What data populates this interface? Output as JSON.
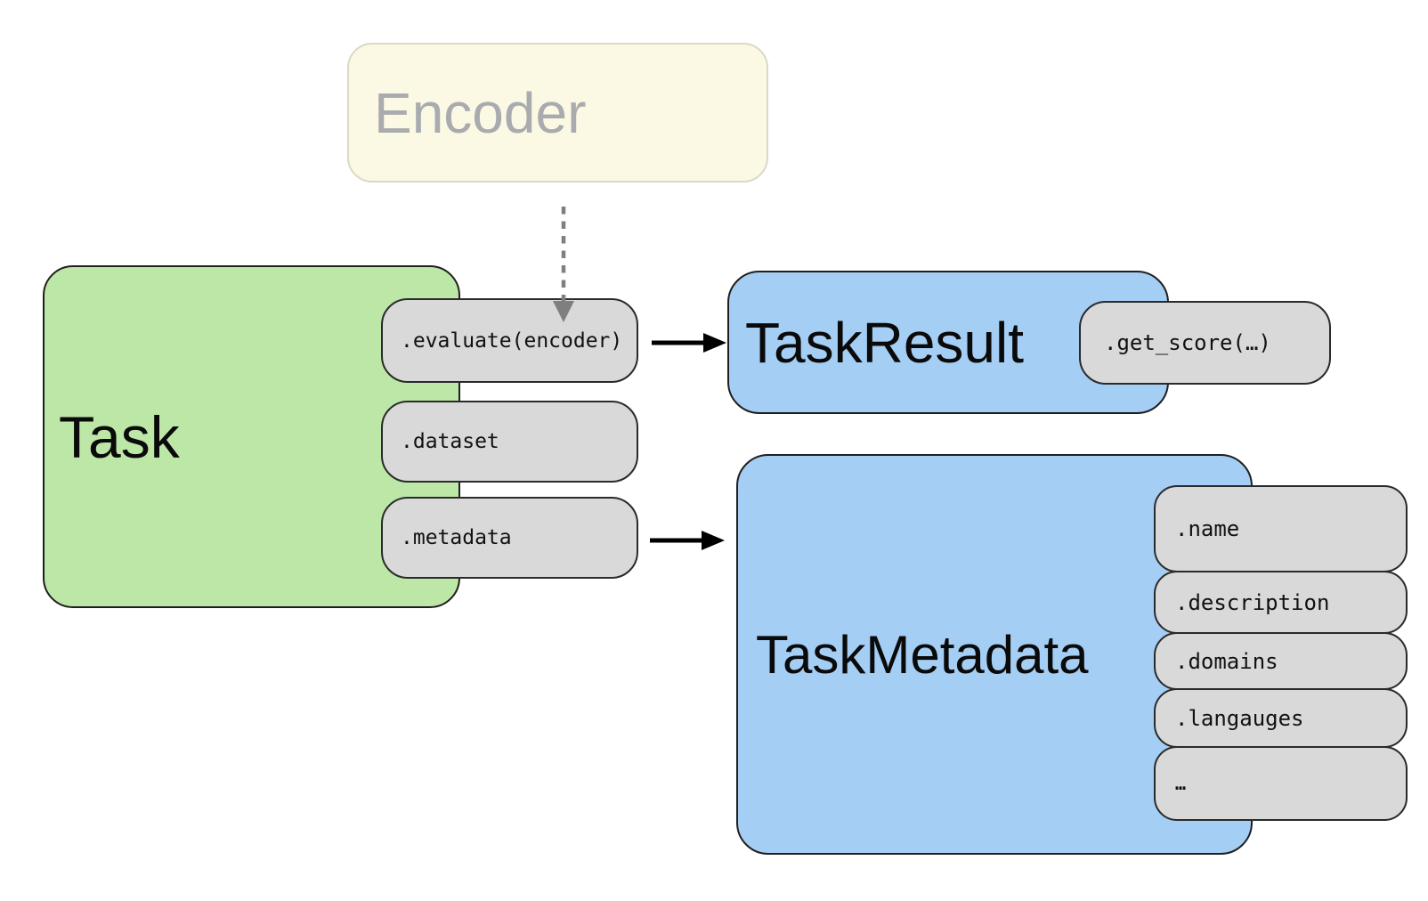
{
  "diagram": {
    "encoder": {
      "label": "Encoder"
    },
    "task": {
      "label": "Task",
      "members": [
        ".evaluate(encoder)",
        ".dataset",
        ".metadata"
      ]
    },
    "task_result": {
      "label": "TaskResult",
      "members": [
        ".get_score(…)"
      ]
    },
    "task_metadata": {
      "label": "TaskMetadata",
      "fields": [
        ".name",
        ".description",
        ".domains",
        ".langauges",
        "…"
      ]
    }
  },
  "colors": {
    "background": "#ffffff",
    "task_fill": "#bce7a6",
    "class_fill": "#a4cef4",
    "encoder_fill": "#fbf9e4",
    "encoder_border": "#dbd8c5",
    "encoder_text": "#a9abae",
    "member_pill_fill": "#d9d9d9",
    "outline": "#1f1f1f",
    "solid_arrow": "#000000",
    "dashed_arrow": "#7f7f7f"
  }
}
